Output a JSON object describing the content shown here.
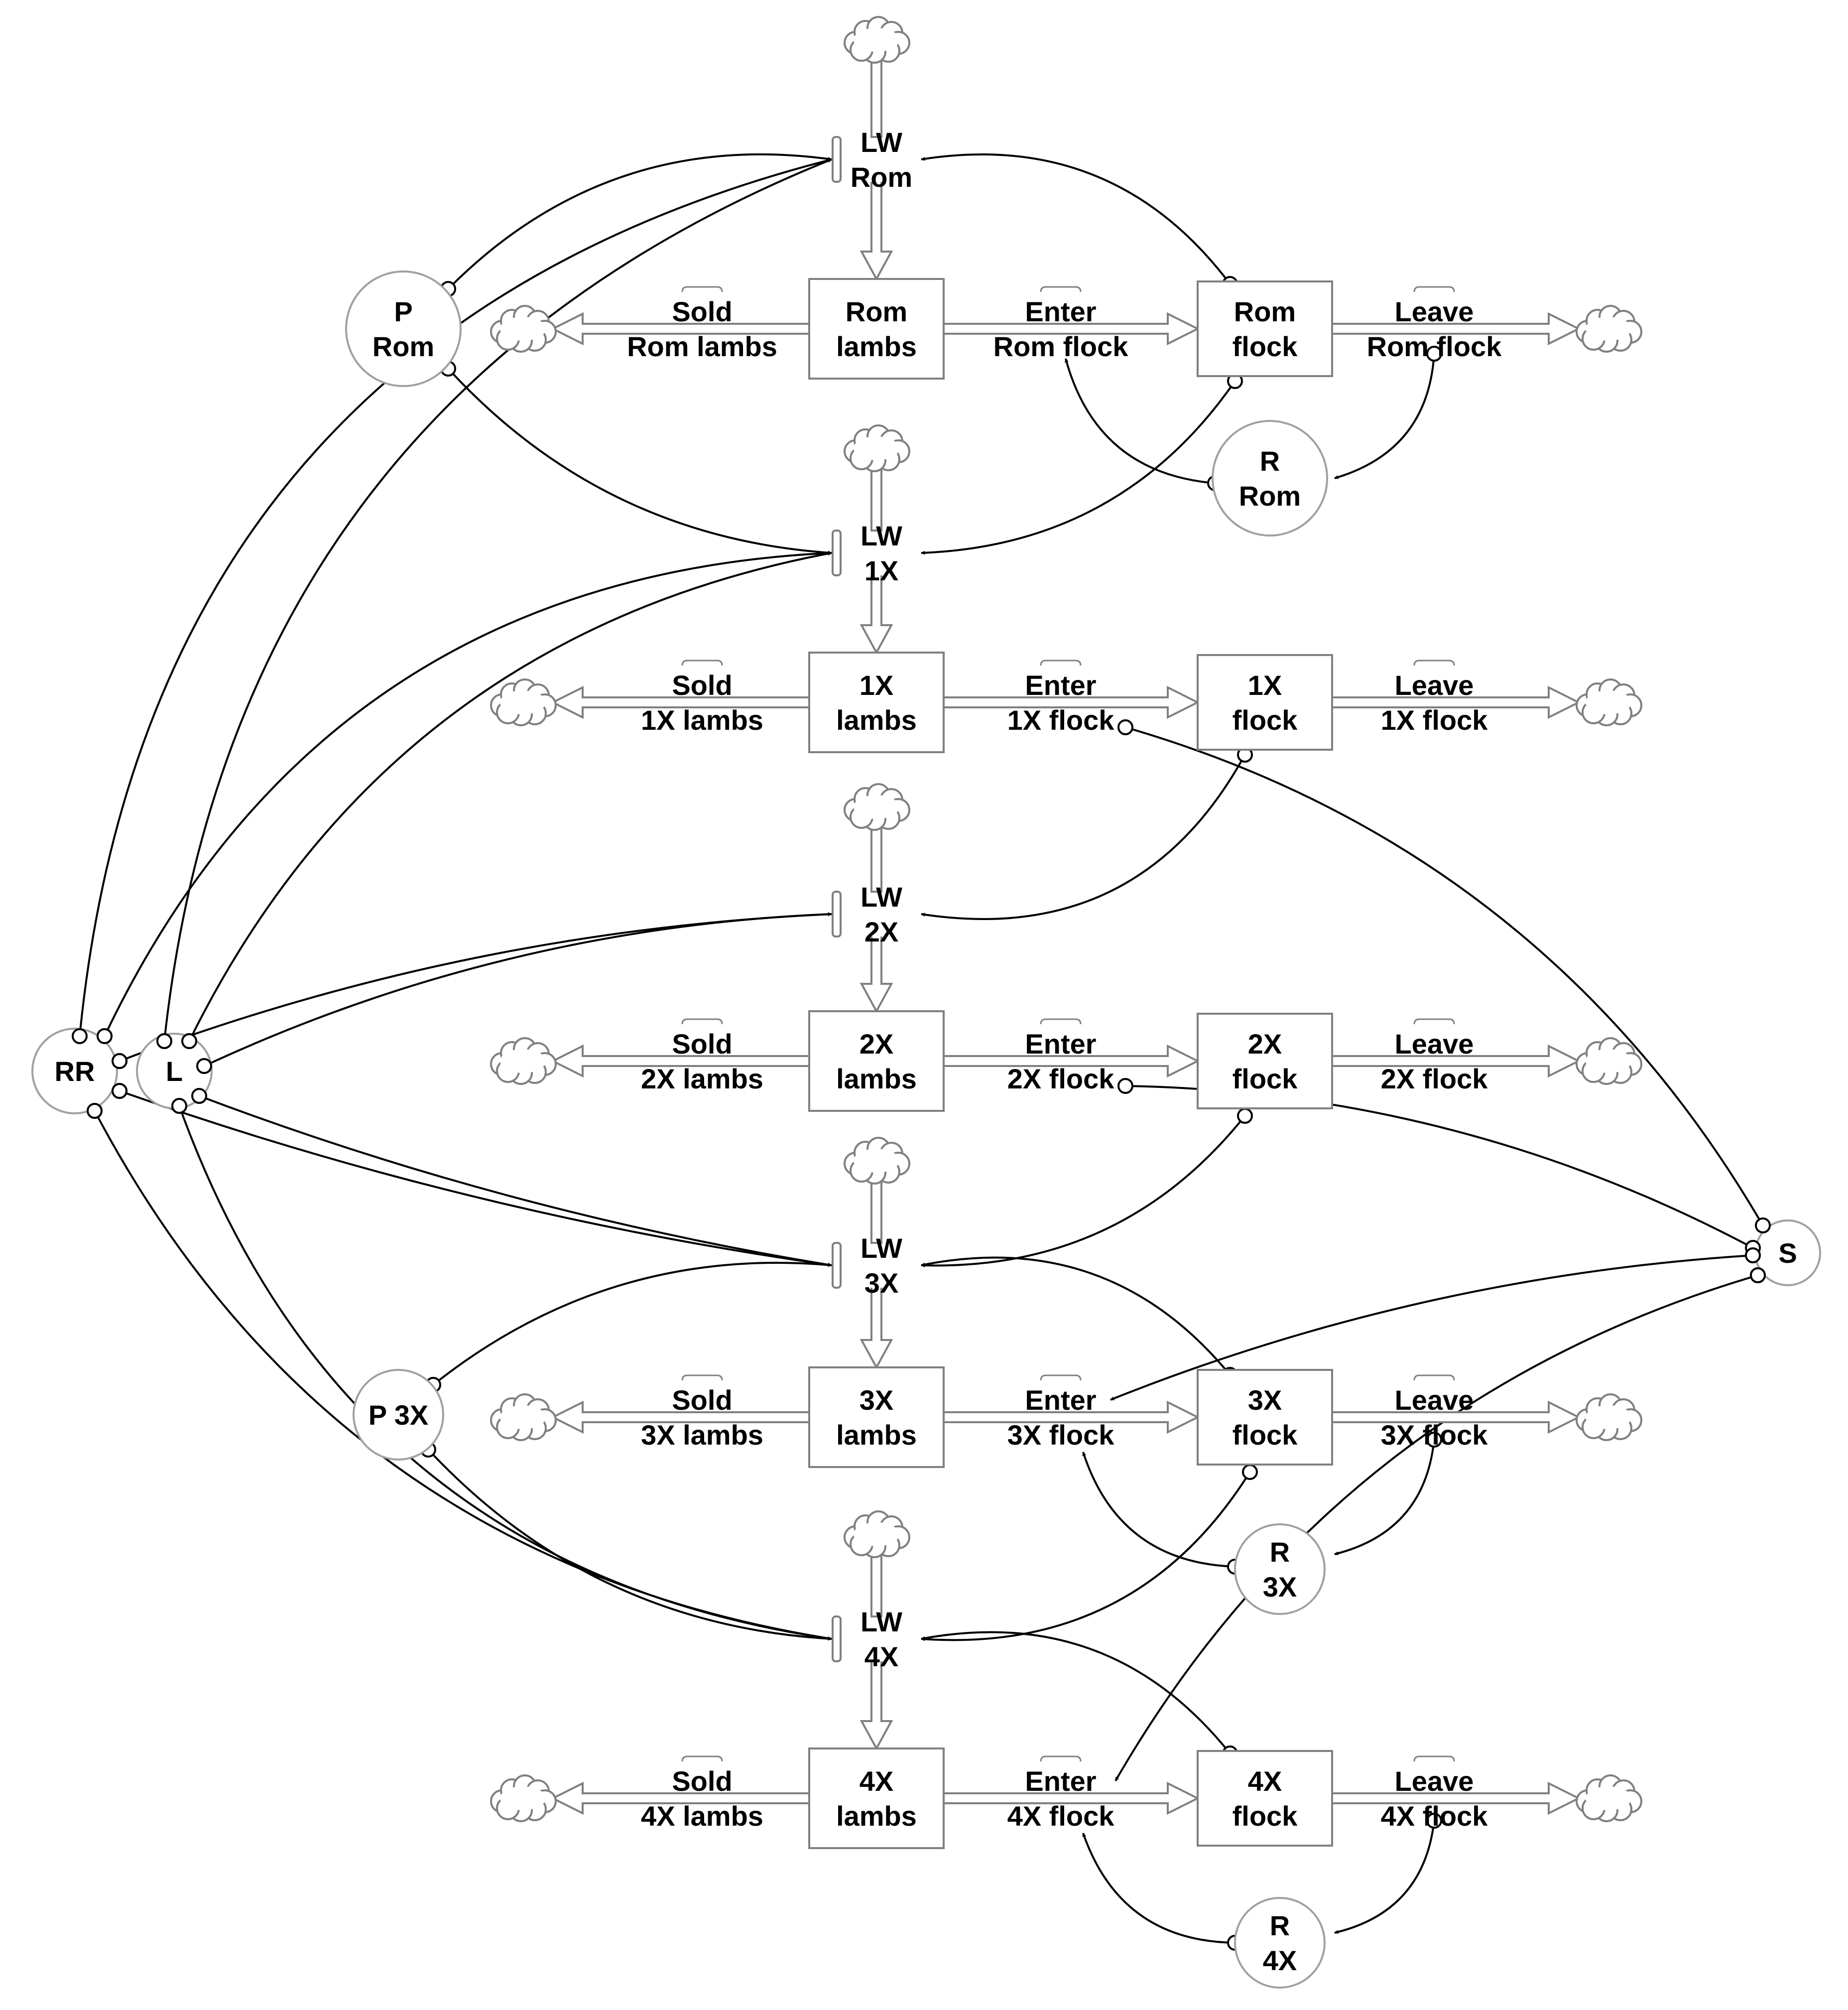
{
  "stocks": {
    "rom_lambs": [
      "Rom",
      "lambs"
    ],
    "rom_flock": [
      "Rom",
      "flock"
    ],
    "x1_lambs": [
      "1X",
      "lambs"
    ],
    "x1_flock": [
      "1X",
      "flock"
    ],
    "x2_lambs": [
      "2X",
      "lambs"
    ],
    "x2_flock": [
      "2X",
      "flock"
    ],
    "x3_lambs": [
      "3X",
      "lambs"
    ],
    "x3_flock": [
      "3X",
      "flock"
    ],
    "x4_lambs": [
      "4X",
      "lambs"
    ],
    "x4_flock": [
      "4X",
      "flock"
    ]
  },
  "flows": {
    "lw_rom": [
      "LW",
      "Rom"
    ],
    "lw_1x": [
      "LW",
      "1X"
    ],
    "lw_2x": [
      "LW",
      "2X"
    ],
    "lw_3x": [
      "LW",
      "3X"
    ],
    "lw_4x": [
      "LW",
      "4X"
    ],
    "sold_rom": [
      "Sold",
      "Rom lambs"
    ],
    "sold_1x": [
      "Sold",
      "1X lambs"
    ],
    "sold_2x": [
      "Sold",
      "2X lambs"
    ],
    "sold_3x": [
      "Sold",
      "3X lambs"
    ],
    "sold_4x": [
      "Sold",
      "4X lambs"
    ],
    "enter_rom": [
      "Enter",
      "Rom flock"
    ],
    "enter_1x": [
      "Enter",
      "1X flock"
    ],
    "enter_2x": [
      "Enter",
      "2X flock"
    ],
    "enter_3x": [
      "Enter",
      "3X flock"
    ],
    "enter_4x": [
      "Enter",
      "4X flock"
    ],
    "leave_rom": [
      "Leave",
      "Rom flock"
    ],
    "leave_1x": [
      "Leave",
      "1X flock"
    ],
    "leave_2x": [
      "Leave",
      "2X flock"
    ],
    "leave_3x": [
      "Leave",
      "3X flock"
    ],
    "leave_4x": [
      "Leave",
      "4X flock"
    ]
  },
  "auxiliaries": {
    "p_rom": [
      "P",
      "Rom"
    ],
    "r_rom": [
      "R",
      "Rom"
    ],
    "p_3x": [
      "P 3X"
    ],
    "r_3x": [
      "R",
      "3X"
    ],
    "r_4x": [
      "R",
      "4X"
    ],
    "rr": [
      "RR"
    ],
    "l": [
      "L"
    ],
    "s": [
      "S"
    ]
  },
  "colors": {
    "pipe": "#808080",
    "box": "#808080",
    "link": "#000000",
    "circle": "#a0a0a0"
  },
  "icons": {
    "source_sink": "cloud-icon"
  }
}
